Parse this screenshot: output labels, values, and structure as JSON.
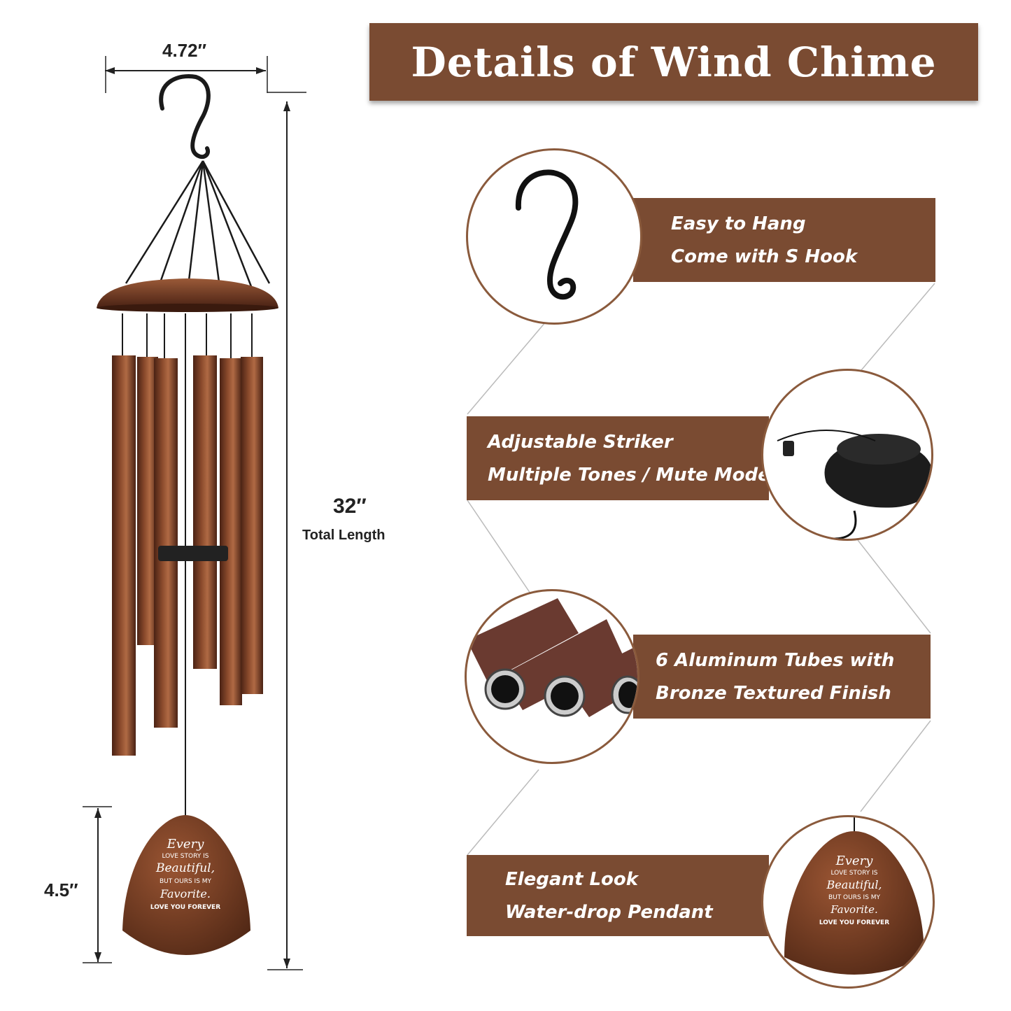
{
  "title": "Details of  Wind Chime",
  "dimensions": {
    "width": "4.72″",
    "total_length": "32″",
    "total_length_label": "Total Length",
    "pendant_height": "4.5″"
  },
  "pendant_text": {
    "line1": "Every",
    "line2": "LOVE STORY IS",
    "line3": "Beautiful,",
    "line4": "BUT OURS IS MY",
    "line5": "Favorite.",
    "line6": "LOVE YOU FOREVER"
  },
  "features": [
    {
      "line1": "Easy to Hang",
      "line2": "Come with S Hook"
    },
    {
      "line1": "Adjustable Striker",
      "line2": "Multiple Tones / Mute Mode"
    },
    {
      "line1": "6 Aluminum Tubes with",
      "line2": "Bronze Textured Finish"
    },
    {
      "line1": "Elegant  Look",
      "line2": "Water-drop Pendant"
    }
  ],
  "colors": {
    "brand_brown": "#7a4b32",
    "bronze": "#6e3a22",
    "hook_black": "#1a1a1a"
  }
}
